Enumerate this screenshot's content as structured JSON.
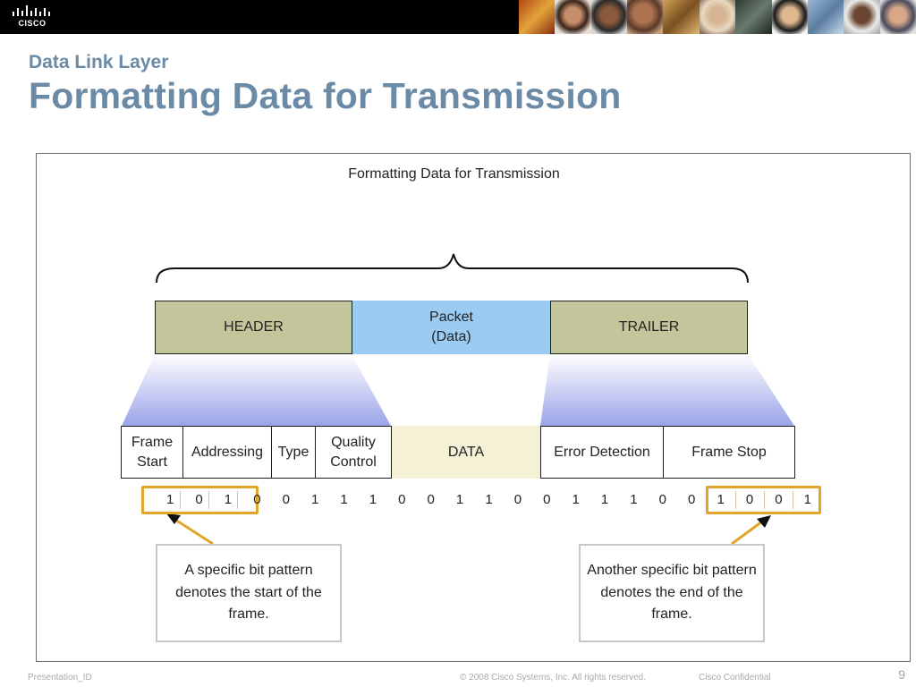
{
  "banner": {
    "logo_text": "CISCO"
  },
  "slide": {
    "subtitle": "Data Link Layer",
    "title": "Formatting Data for Transmission"
  },
  "figure": {
    "title": "Formatting Data for Transmission",
    "frame": {
      "header": "HEADER",
      "packet_line1": "Packet",
      "packet_line2": "(Data)",
      "trailer": "TRAILER"
    },
    "fields": {
      "frame_start_line1": "Frame",
      "frame_start_line2": "Start",
      "addressing": "Addressing",
      "type": "Type",
      "quality_line1": "Quality",
      "quality_line2": "Control",
      "data": "DATA",
      "error_detection": "Error Detection",
      "frame_stop": "Frame Stop"
    },
    "bits": [
      "1",
      "0",
      "1",
      "0",
      "0",
      "1",
      "1",
      "1",
      "0",
      "0",
      "1",
      "1",
      "0",
      "0",
      "1",
      "1",
      "1",
      "0",
      "0",
      "1",
      "0",
      "0",
      "1"
    ],
    "callouts": {
      "start_line1": "A specific bit pattern",
      "start_line2": "denotes the start of the",
      "start_line3": "frame.",
      "end_line1": "Another specific bit pattern",
      "end_line2": "denotes the end of the",
      "end_line3": "frame."
    },
    "colors": {
      "olive": "#c3c59a",
      "packet_blue": "#9bcaf2",
      "highlight": "#e0a52b",
      "title_blue": "#6b8aa5"
    }
  },
  "footer": {
    "presentation_id": "Presentation_ID",
    "copyright": "© 2008 Cisco Systems, Inc. All rights reserved.",
    "confidential": "Cisco Confidential",
    "page_number": "9"
  }
}
